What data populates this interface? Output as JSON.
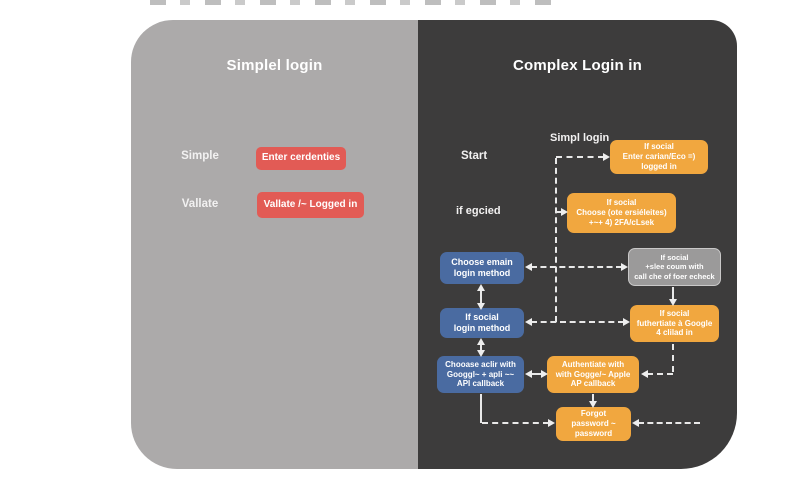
{
  "left_panel": {
    "title": "Simplel login",
    "rows": [
      {
        "label": "Simple",
        "box": "Enter cerdenties"
      },
      {
        "label": "Vallate",
        "box": "Vallate /~ Logged in"
      }
    ],
    "colors": {
      "bg": "#ACAAAA",
      "box": "#E25B55",
      "text": "#FFFFFF"
    }
  },
  "right_panel": {
    "title": "Complex Login in",
    "labels": {
      "flow_label": "Simpl login",
      "start": "Start",
      "if_egcied": "if egcied"
    },
    "colors": {
      "bg": "#3D3C3C",
      "orange": "#F1A73F",
      "blue": "#4A6BA1",
      "gray": "#9B9A9A"
    },
    "boxes": {
      "social_logged_in": {
        "lines": [
          "If social",
          "Enter carian/Eco =)",
          "logged in"
        ]
      },
      "choose_2fa": {
        "lines": [
          "If social",
          "Choose (ote ersiéleites)",
          "+~+ 4) 2FA/cLsek"
        ]
      },
      "social_check": {
        "lines": [
          "If social",
          "+slee coum with",
          "call che of foer echeck"
        ]
      },
      "choose_email": {
        "lines": [
          "Choose emain",
          "login method"
        ]
      },
      "if_social": {
        "lines": [
          "If social",
          "login method"
        ]
      },
      "social_authenticate": {
        "lines": [
          "If social",
          "futhertiate à Google",
          "4 clilad in"
        ]
      },
      "choose_oauth": {
        "lines": [
          "Chooase aclir with",
          "Googgl~ + apli ~~",
          "API callback"
        ]
      },
      "authenticate_api": {
        "lines": [
          "Authentiate with",
          "with Gogge/~ Apple",
          "AP callback"
        ]
      },
      "forgot_password": {
        "lines": [
          "Forgot",
          "password ~",
          "password"
        ]
      }
    }
  }
}
